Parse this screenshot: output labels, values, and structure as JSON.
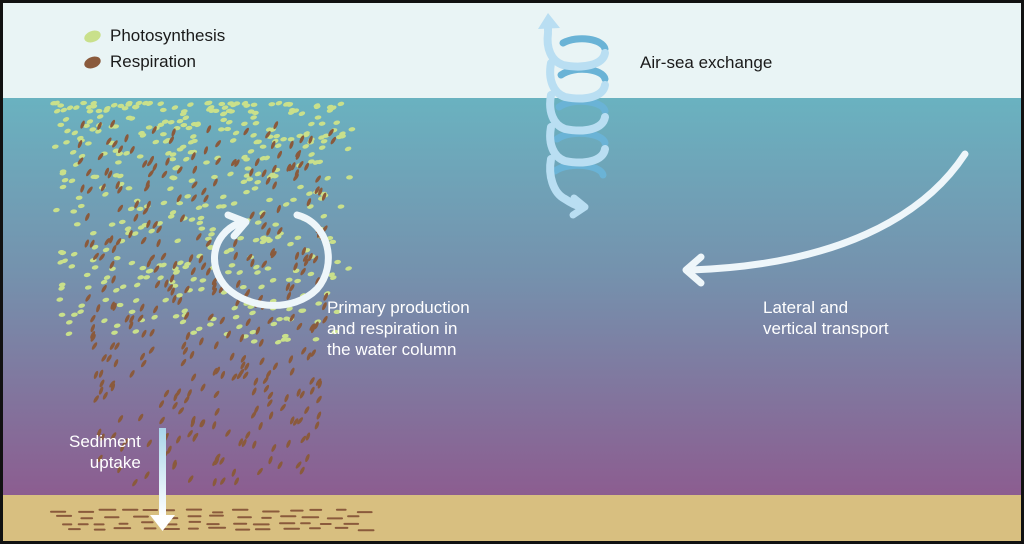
{
  "legend": {
    "photosynthesis": "Photosynthesis",
    "respiration": "Respiration"
  },
  "labels": {
    "air_sea": "Air-sea exchange",
    "lateral_line1": "Lateral and",
    "lateral_line2": "vertical transport",
    "primary_line1": "Primary production",
    "primary_line2": "and respiration in",
    "primary_line3": "the water column",
    "sediment_line1": "Sediment",
    "sediment_line2": "uptake"
  },
  "colors": {
    "air": "#e9f4f5",
    "water_top": "#6ab2c0",
    "water_bottom": "#8c5d90",
    "sediment": "#d8bf80",
    "photosynthesis": "#c9e08b",
    "respiration": "#8a5a3c",
    "arrow": "#eef6fa",
    "spiral_back": "#6ab3d6",
    "spiral_front": "#b9def2"
  },
  "icons": {
    "circular": "circular-arrow-icon",
    "spiral": "spiral-arrow-icon",
    "curved": "curved-arrow-icon",
    "down": "down-arrow-icon"
  }
}
